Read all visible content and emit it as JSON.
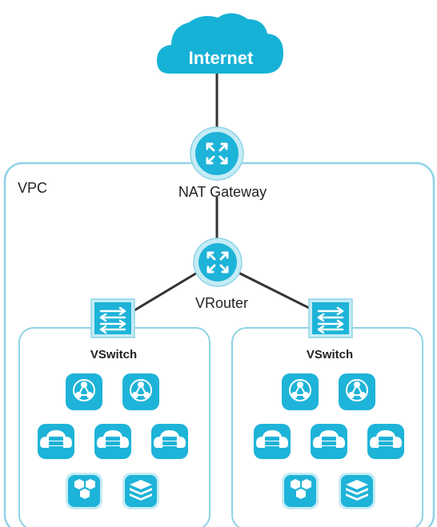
{
  "internet": {
    "label": "Internet"
  },
  "vpc": {
    "label": "VPC"
  },
  "nat_gateway": {
    "label": "NAT Gateway"
  },
  "vrouter": {
    "label": "VRouter"
  },
  "vswitch_left": {
    "label": "VSwitch"
  },
  "vswitch_right": {
    "label": "VSwitch"
  },
  "colors": {
    "accent": "#1eb3d8",
    "accent_light": "#c6ecf5",
    "border": "#8fd3e6",
    "cloud": "#16b2d6",
    "line": "#333333"
  },
  "icons": {
    "internet": "cloud-icon",
    "nat_gateway": "router-icon",
    "vrouter": "router-icon",
    "vswitch": "switch-icon",
    "server": "server-network-icon",
    "cloud_db": "cloud-database-icon",
    "hexagon": "container-service-icon",
    "stack": "storage-stack-icon"
  }
}
